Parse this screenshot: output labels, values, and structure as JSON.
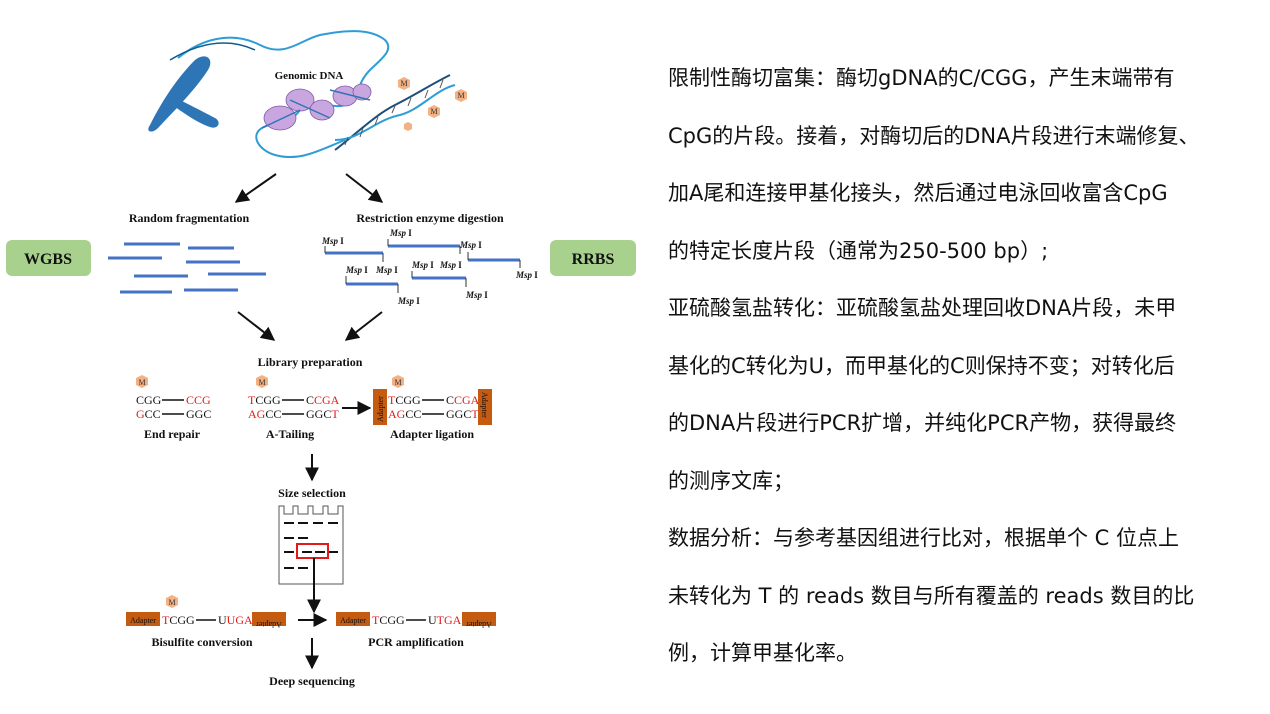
{
  "diagram": {
    "genomic_dna": "Genomic DNA",
    "wgbs": "WGBS",
    "rrbs": "RRBS",
    "random_fragmentation": "Random fragmentation",
    "restriction_digestion": "Restriction enzyme digestion",
    "msp": "Msp",
    "msp_suffix": "I",
    "library_preparation": "Library preparation",
    "end_repair": "End repair",
    "a_tailing": "A-Tailing",
    "adapter_ligation": "Adapter ligation",
    "size_selection": "Size selection",
    "bisulfite_conversion": "Bisulfite conversion",
    "pcr_amplification": "PCR amplification",
    "deep_sequencing": "Deep sequencing",
    "adapter": "Adapter",
    "methyl": "M",
    "seq": {
      "cgg": "CGG",
      "ccg": "CCG",
      "gcc": "GCC",
      "ggc": "GGC",
      "t": "T",
      "ccga": "CCGA",
      "a": "A",
      "tcgg": "TCGG",
      "ugga": "UUGA",
      "u": "U",
      "tgga": "TGA"
    },
    "colors": {
      "label_green": "#a9d18e",
      "fragment_blue": "#4472c4",
      "adapter_orange": "#c55a11",
      "methyl_peach": "#f4b183",
      "sequence_red": "#e31a1c"
    }
  },
  "text_panel": {
    "lines": [
      "限制性酶切富集：酶切gDNA的C/CGG，产生末端带有",
      "CpG的片段。接着，对酶切后的DNA片段进行末端修复、",
      "加A尾和连接甲基化接头，然后通过电泳回收富含CpG",
      "的特定长度片段（通常为250-500 bp）;",
      "亚硫酸氢盐转化：亚硫酸氢盐处理回收DNA片段，未甲",
      "基化的C转化为U，而甲基化的C则保持不变；对转化后",
      "的DNA片段进行PCR扩增，并纯化PCR产物，获得最终",
      "的测序文库；",
      "数据分析：与参考基因组进行比对，根据单个 C 位点上",
      "未转化为 T 的 reads 数目与所有覆盖的 reads 数目的比",
      "例，计算甲基化率。"
    ]
  }
}
